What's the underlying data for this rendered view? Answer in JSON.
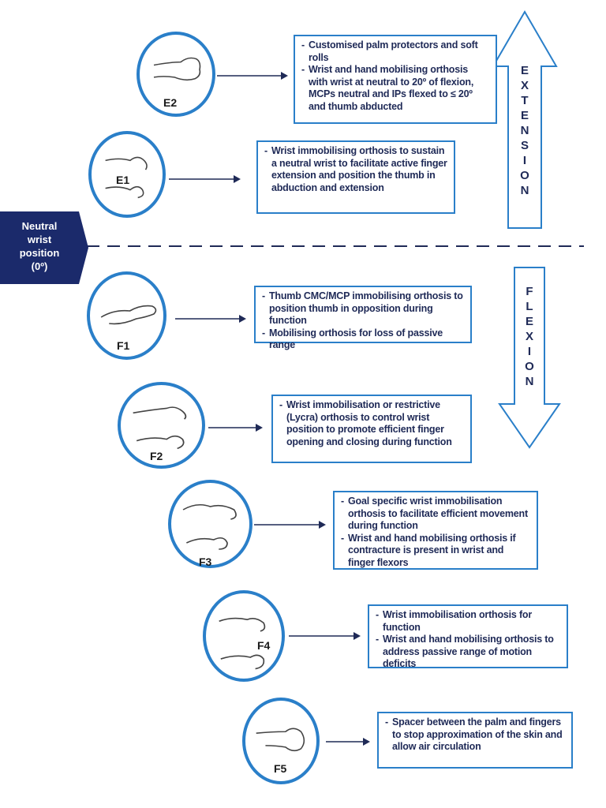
{
  "neutral": {
    "lines": [
      "Neutral",
      "wrist",
      "position",
      "(0º)"
    ]
  },
  "extension_word": "EXTENSION",
  "flexion_word": "FLEXION",
  "colors": {
    "circle_border": "#2a7fc9",
    "box_border": "#2a7fc9",
    "text": "#1f2a57",
    "neutral_fill": "#1b2a6b",
    "arrow": "#1f2a57",
    "big_arrow": "#2a7fc9"
  },
  "levels": [
    {
      "label": "E2",
      "items": [
        "Customised palm protectors and soft rolls",
        "Wrist and hand mobilising orthosis with wrist at neutral to 20º of flexion, MCPs neutral and IPs flexed to ≤ 20º and thumb abducted"
      ]
    },
    {
      "label": "E1",
      "items": [
        "Wrist immobilising orthosis to sustain a neutral wrist to facilitate active finger extension and position the thumb in abduction and extension"
      ]
    },
    {
      "label": "F1",
      "items": [
        "Thumb CMC/MCP immobilising orthosis to position thumb in opposition during function",
        "Mobilising orthosis for loss of passive range"
      ]
    },
    {
      "label": "F2",
      "items": [
        "Wrist immobilisation or restrictive (Lycra) orthosis to control wrist position to promote efficient finger opening and closing during function"
      ]
    },
    {
      "label": "F3",
      "items": [
        "Goal specific wrist immobilisation orthosis to facilitate efficient movement during function",
        "Wrist and hand mobilising orthosis if contracture is present in wrist and finger flexors"
      ]
    },
    {
      "label": "F4",
      "items": [
        "Wrist immobilisation orthosis for function",
        "Wrist and hand mobilising orthosis to address passive range of motion deficits"
      ]
    },
    {
      "label": "F5",
      "items": [
        "Spacer between the palm and fingers to stop approximation of the skin and allow air circulation"
      ]
    }
  ]
}
